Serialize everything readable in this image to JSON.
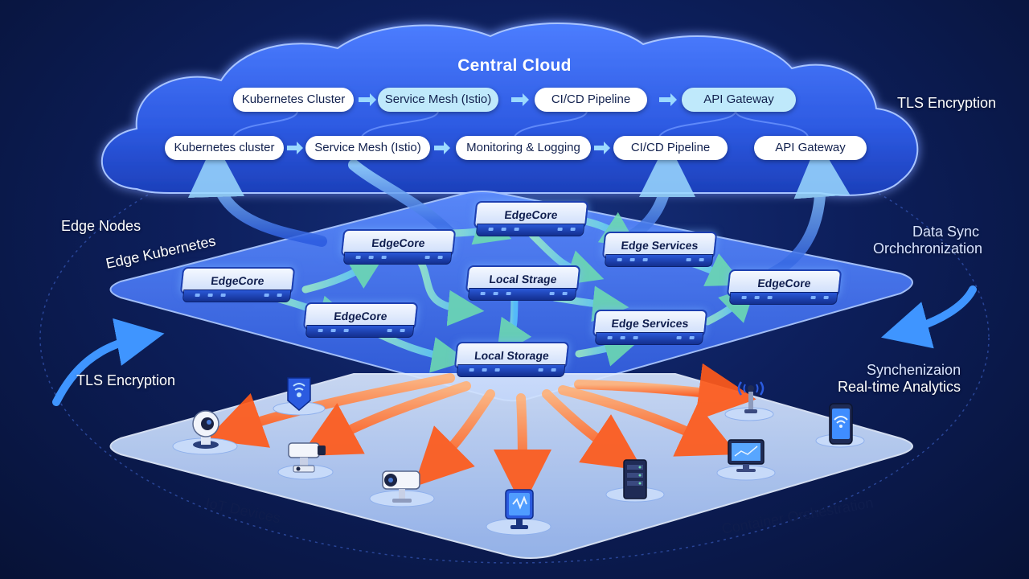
{
  "cloud": {
    "title": "Central Cloud",
    "row1": [
      "Kubernetes Cluster",
      "Service Mesh (Istio)",
      "CI/CD Pipeline",
      "API Gateway"
    ],
    "row2": [
      "Kubernetes cluster",
      "Service Mesh (Istio)",
      "Monitoring & Logging",
      "CI/CD Pipeline",
      "API Gateway"
    ]
  },
  "labels": {
    "tls_top": "TLS Encryption",
    "edge_nodes": "Edge Nodes",
    "edge_kubernetes": "Edge Kubernetes",
    "data_sync": "Data Sync",
    "orchestration_sync": "Orchchronization",
    "tls_left": "TLS Encryption",
    "synchronization": "Synchenizaion",
    "realtime": "Real-time Analytics",
    "iot_devices": "IoT Devices",
    "container_orch": "Container Orchestration"
  },
  "edge_nodes": [
    {
      "label": "EdgeCore"
    },
    {
      "label": "EdgeCore"
    },
    {
      "label": "Edge Services"
    },
    {
      "label": "EdgeCore"
    },
    {
      "label": "Local Strage"
    },
    {
      "label": "EdgeCore"
    },
    {
      "label": "EdgeCore"
    },
    {
      "label": "Edge Services"
    },
    {
      "label": "Local Storage"
    }
  ],
  "devices": [
    {
      "icon": "security-camera-icon"
    },
    {
      "icon": "ptz-camera-icon"
    },
    {
      "icon": "bullet-camera-icon"
    },
    {
      "icon": "smart-sensor-icon"
    },
    {
      "icon": "tablet-sensor-icon"
    },
    {
      "icon": "server-rack-icon"
    },
    {
      "icon": "monitor-icon"
    },
    {
      "icon": "antenna-icon"
    },
    {
      "icon": "smartphone-wifi-icon"
    }
  ],
  "colors": {
    "cloud": "#2f5fe6",
    "edge_platform": "#3f6ff0",
    "iot_platform": "#b8d2fb",
    "flow_green": "#7be3a6",
    "flow_blue": "#6fb6ff",
    "flow_orange": "#ff7a2e"
  }
}
